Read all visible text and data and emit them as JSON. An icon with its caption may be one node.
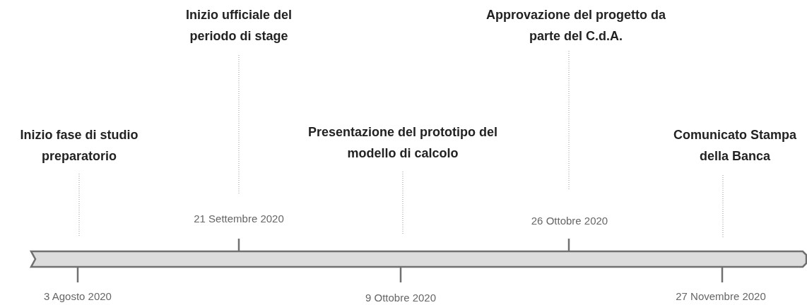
{
  "diagram": {
    "labels": [
      "Inizio ufficiale del periodo di stage",
      "Approvazione del progetto da parte del C.d.A.",
      "Inizio fase di studio preparatorio",
      "Presentazione del prototipo del modello di calcolo",
      "Comunicato Stampa della Banca",
      "21 Settembre 2020",
      "26 Ottobre 2020",
      "3 Agosto 2020",
      "9 Ottobre 2020",
      "27 Novembre 2020"
    ]
  }
}
